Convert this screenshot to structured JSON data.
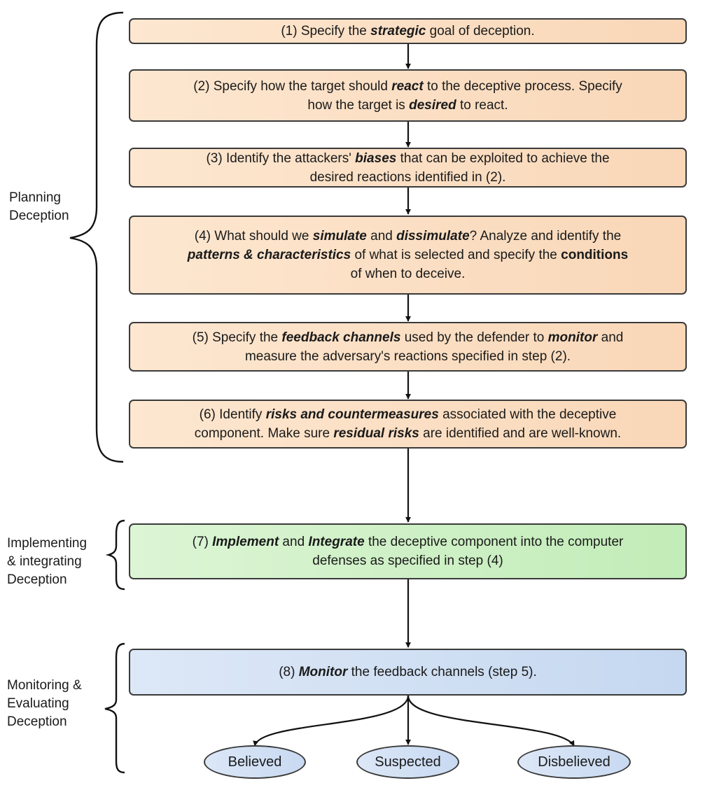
{
  "phases": {
    "planning": [
      "Planning",
      "Deception"
    ],
    "implementing": [
      "Implementing",
      "& integrating",
      "Deception"
    ],
    "monitoring": [
      "Monitoring &",
      "Evaluating",
      "Deception"
    ]
  },
  "steps": [
    {
      "lines": [
        [
          [
            "(1) Specify the ",
            ""
          ],
          [
            "strategic",
            "e"
          ],
          [
            " goal of deception.",
            ""
          ]
        ]
      ]
    },
    {
      "lines": [
        [
          [
            "(2) Specify how the target should ",
            ""
          ],
          [
            "react",
            "e"
          ],
          [
            " to the deceptive process. Specify",
            ""
          ]
        ],
        [
          [
            "how the target is ",
            ""
          ],
          [
            "desired",
            "e"
          ],
          [
            " to react.",
            ""
          ]
        ]
      ]
    },
    {
      "lines": [
        [
          [
            "(3) Identify the attackers' ",
            ""
          ],
          [
            "biases",
            "e"
          ],
          [
            " that can be exploited to achieve the",
            ""
          ]
        ],
        [
          [
            "desired reactions identified in (2).",
            ""
          ]
        ]
      ]
    },
    {
      "lines": [
        [
          [
            "(4) What should we ",
            ""
          ],
          [
            "simulate",
            "e"
          ],
          [
            " and ",
            ""
          ],
          [
            "dissimulate",
            "e"
          ],
          [
            "? Analyze and identify the",
            ""
          ]
        ],
        [
          [
            "patterns & characteristics",
            "e"
          ],
          [
            " of what is selected and specify the ",
            ""
          ],
          [
            "conditions",
            "p"
          ]
        ],
        [
          [
            "of when to deceive.",
            ""
          ]
        ]
      ]
    },
    {
      "lines": [
        [
          [
            "(5) Specify the ",
            ""
          ],
          [
            "feedback channels",
            "e"
          ],
          [
            " used by the defender to ",
            ""
          ],
          [
            "monitor",
            "e"
          ],
          [
            " and",
            ""
          ]
        ],
        [
          [
            "measure the adversary's reactions specified in step (2).",
            ""
          ]
        ]
      ]
    },
    {
      "lines": [
        [
          [
            "(6) Identify ",
            ""
          ],
          [
            "risks and countermeasures",
            "e"
          ],
          [
            " associated with the deceptive",
            ""
          ]
        ],
        [
          [
            "component. Make sure ",
            ""
          ],
          [
            "residual risks",
            "e"
          ],
          [
            " are identified and are well-known.",
            ""
          ]
        ]
      ]
    },
    {
      "lines": [
        [
          [
            "(7) ",
            ""
          ],
          [
            "Implement",
            "e"
          ],
          [
            " and ",
            ""
          ],
          [
            "Integrate",
            "e"
          ],
          [
            " the deceptive component into the computer",
            ""
          ]
        ],
        [
          [
            "defenses as specified in step (4)",
            ""
          ]
        ]
      ]
    },
    {
      "lines": [
        [
          [
            "(8) ",
            ""
          ],
          [
            "Monitor",
            "e"
          ],
          [
            " the feedback channels (step 5).",
            ""
          ]
        ]
      ]
    }
  ],
  "outcomes": [
    "Believed",
    "Suspected",
    "Disbelieved"
  ]
}
